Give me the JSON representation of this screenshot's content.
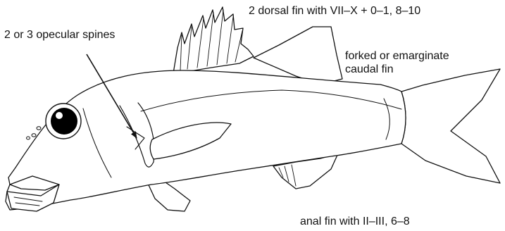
{
  "labels": {
    "opercular": "2 or 3 opecular spines",
    "dorsal": "2 dorsal fin with VII–X + 0–1, 8–10",
    "caudal_line1": "forked or emarginate",
    "caudal_line2": "caudal fin",
    "anal": "anal fin with II–III, 6–8"
  },
  "colors": {
    "stroke": "#111111",
    "fill": "#ffffff",
    "eye": "#000000"
  }
}
